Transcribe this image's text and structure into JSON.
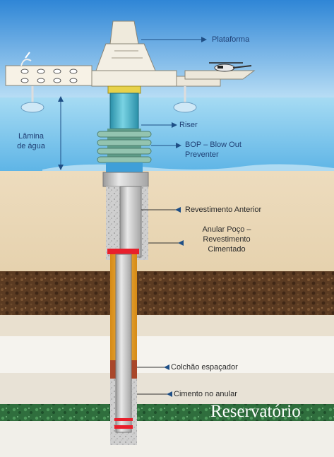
{
  "labels": {
    "plataforma": "Plataforma",
    "lamina_line1": "Lâmina",
    "lamina_line2": "de água",
    "riser": "Riser",
    "bop_line1": "BOP – Blow Out",
    "bop_line2": "Preventer",
    "revestimento_anterior": "Revestimento  Anterior",
    "anular_line1": "Anular Poço –",
    "anular_line2": "Revestimento",
    "anular_line3": "Cimentado",
    "colchao": "Colchão espaçador",
    "cimento": "Cimento no anular",
    "reservatorio": "Reservatório"
  },
  "colors": {
    "sky": "#5aa8e0",
    "sea": "#7cc4ea",
    "sand": "#ecdcc0",
    "soil": "#5a3a22",
    "reservoir": "#2e6b3c",
    "riser": "#3fb1c6",
    "bop": "#7fb09a",
    "cement": "#c9c9c9",
    "annulus": "#e2a22a",
    "spacer": "#b3542c",
    "red_ring": "#e8202c"
  }
}
